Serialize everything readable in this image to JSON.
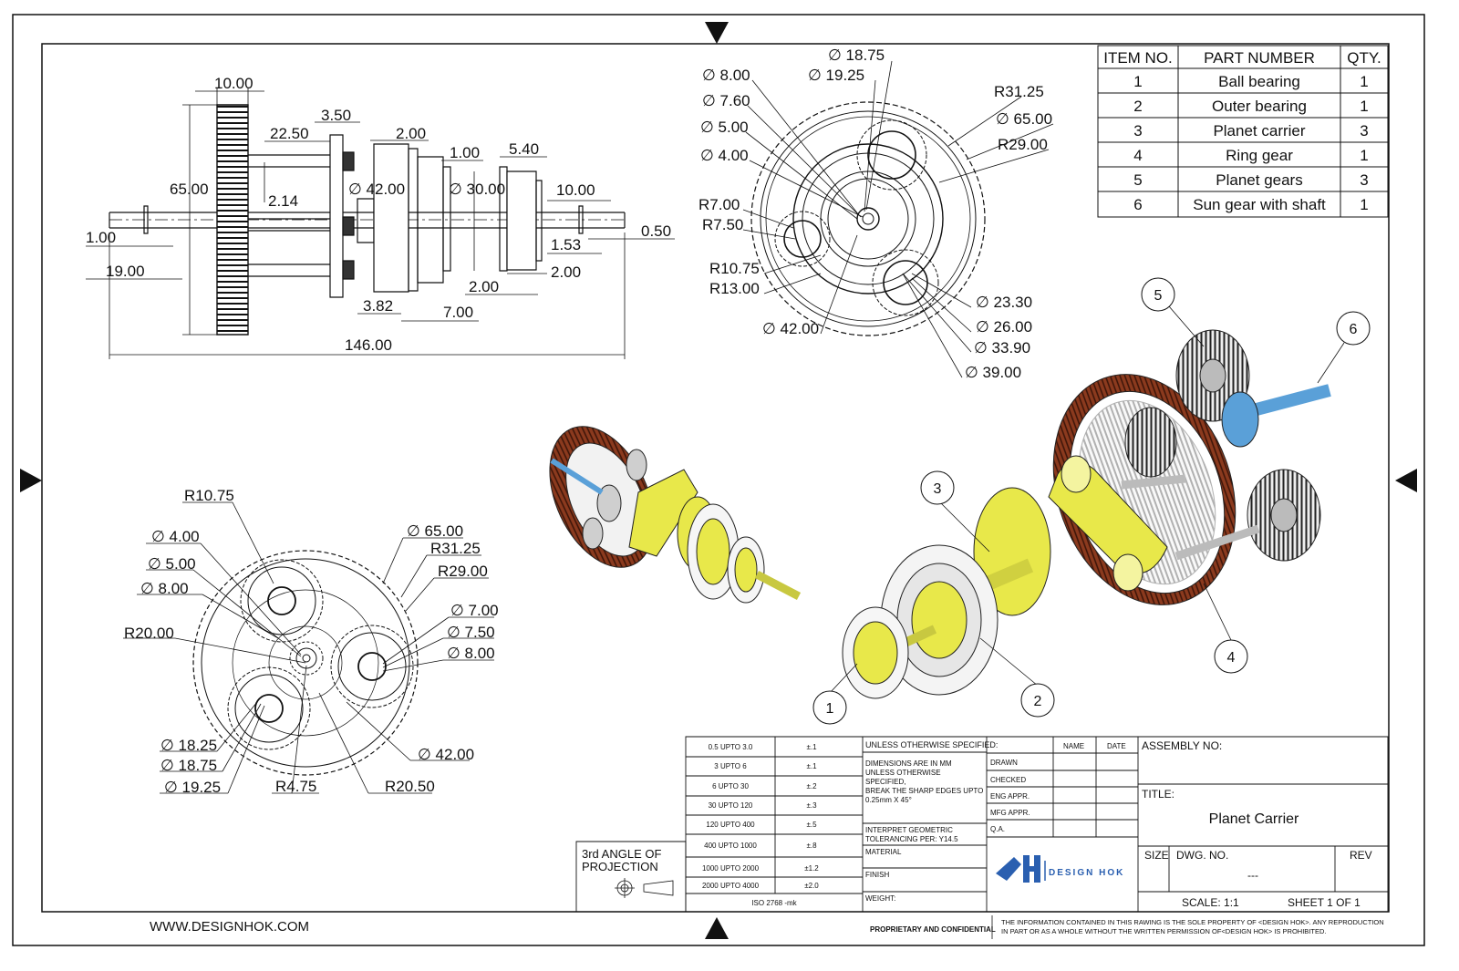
{
  "website": "WWW.DESIGNHOK.COM",
  "front_view_dims": {
    "d1": "10.00",
    "d2": "3.50",
    "d3": "22.50",
    "d4": "2.00",
    "d5": "1.00",
    "d6": "5.40",
    "d7": "65.00",
    "d8": "2.14",
    "d9": "∅ 42.00",
    "d10": "∅ 30.00",
    "d11": "10.00",
    "d12": "1.00",
    "d13": "0.50",
    "d14": "1.53",
    "d15": "19.00",
    "d16": "2.00",
    "d17": "2.00",
    "d18": "3.82",
    "d19": "7.00",
    "d20": "146.00"
  },
  "side_view_dims": {
    "a1": "∅ 18.75",
    "a2": "∅ 19.25",
    "a3": "∅ 8.00",
    "a4": "∅ 7.60",
    "a5": "∅ 5.00",
    "a6": "∅ 4.00",
    "a7": "R31.25",
    "a8": "∅ 65.00",
    "a9": "R29.00",
    "a10": "R7.00",
    "a11": "R7.50",
    "a12": "R10.75",
    "a13": "R13.00",
    "a14": "∅ 42.00",
    "a15": "∅ 23.30",
    "a16": "∅ 26.00",
    "a17": "∅ 33.90",
    "a18": "∅ 39.00"
  },
  "gear_view_dims": {
    "g1": "R10.75",
    "g2": "∅ 4.00",
    "g3": "∅ 5.00",
    "g4": "∅ 8.00",
    "g5": "R20.00",
    "g6": "∅ 65.00",
    "g7": "R31.25",
    "g8": "R29.00",
    "g9": "∅ 7.00",
    "g10": "∅ 7.50",
    "g11": "∅ 8.00",
    "g12": "∅ 18.25",
    "g13": "∅ 18.75",
    "g14": "∅ 19.25",
    "g15": "R4.75",
    "g16": "R20.50",
    "g17": "∅ 42.00"
  },
  "bom": {
    "headers": [
      "ITEM NO.",
      "PART NUMBER",
      "QTY."
    ],
    "rows": [
      [
        "1",
        "Ball bearing",
        "1"
      ],
      [
        "2",
        "Outer bearing",
        "1"
      ],
      [
        "3",
        "Planet carrier",
        "3"
      ],
      [
        "4",
        "Ring gear",
        "1"
      ],
      [
        "5",
        "Planet gears",
        "3"
      ],
      [
        "6",
        "Sun gear with shaft",
        "1"
      ]
    ]
  },
  "balloons": [
    "1",
    "2",
    "3",
    "4",
    "5",
    "6"
  ],
  "tolerances": {
    "rows": [
      [
        "0.5 UPTO 3.0",
        "±.1"
      ],
      [
        "3 UPTO 6",
        "±.1"
      ],
      [
        "6 UPTO 30",
        "±.2"
      ],
      [
        "30 UPTO 120",
        "±.3"
      ],
      [
        "120 UPTO 400",
        "±.5"
      ],
      [
        "400 UPTO 1000",
        "±.8"
      ],
      [
        "1000 UPTO 2000",
        "±1.2"
      ],
      [
        "2000 UPTO 4000",
        "±2.0"
      ]
    ],
    "standard": "ISO 2768 -mk"
  },
  "projection": {
    "line1": "3rd ANGLE OF",
    "line2": "PROJECTION"
  },
  "notes": {
    "unless": "UNLESS OTHERWISE SPECIFIED:",
    "n1": "DIMENSIONS ARE IN MM",
    "n2": "UNLESS OTHERWISE",
    "n3": "SPECIFIED,",
    "n4": "BREAK THE SHARP EDGES UPTO",
    "n5": "0.25mm X 45°",
    "n6": "INTERPRET GEOMETRIC",
    "n7": "TOLERANCING PER: Y14.5",
    "material": "MATERIAL",
    "finish": "FINISH",
    "weight": "WEIGHT:"
  },
  "approvals": {
    "name": "NAME",
    "date": "DATE",
    "rows": [
      "DRAWN",
      "CHECKED",
      "ENG APPR.",
      "MFG APPR.",
      "Q.A."
    ]
  },
  "logo": {
    "text": "DESIGN HOK"
  },
  "title_block": {
    "assembly": "ASSEMBLY NO:",
    "title_label": "TITLE:",
    "title": "Planet Carrier",
    "size": "SIZE",
    "dwg_no": "DWG.  NO.",
    "dwg_value": "---",
    "rev": "REV",
    "scale": "SCALE: 1:1",
    "sheet": "SHEET 1 OF 1"
  },
  "footer": {
    "proprietary": "PROPRIETARY AND CONFIDENTIAL",
    "legal1": "THE INFORMATION CONTAINED IN THIS RAWING IS THE SOLE PROPERTY OF <DESIGN HOK>.  ANY REPRODUCTION",
    "legal2": "IN PART OR AS A WHOLE WITHOUT THE WRITTEN PERMISSION OF<DESIGN HOK> IS PROHIBITED."
  },
  "colors": {
    "ring_gear": "#8b3a1e",
    "carrier": "#e8e84a",
    "shaft": "#5aa0d8",
    "gear": "#d9d9d9"
  }
}
